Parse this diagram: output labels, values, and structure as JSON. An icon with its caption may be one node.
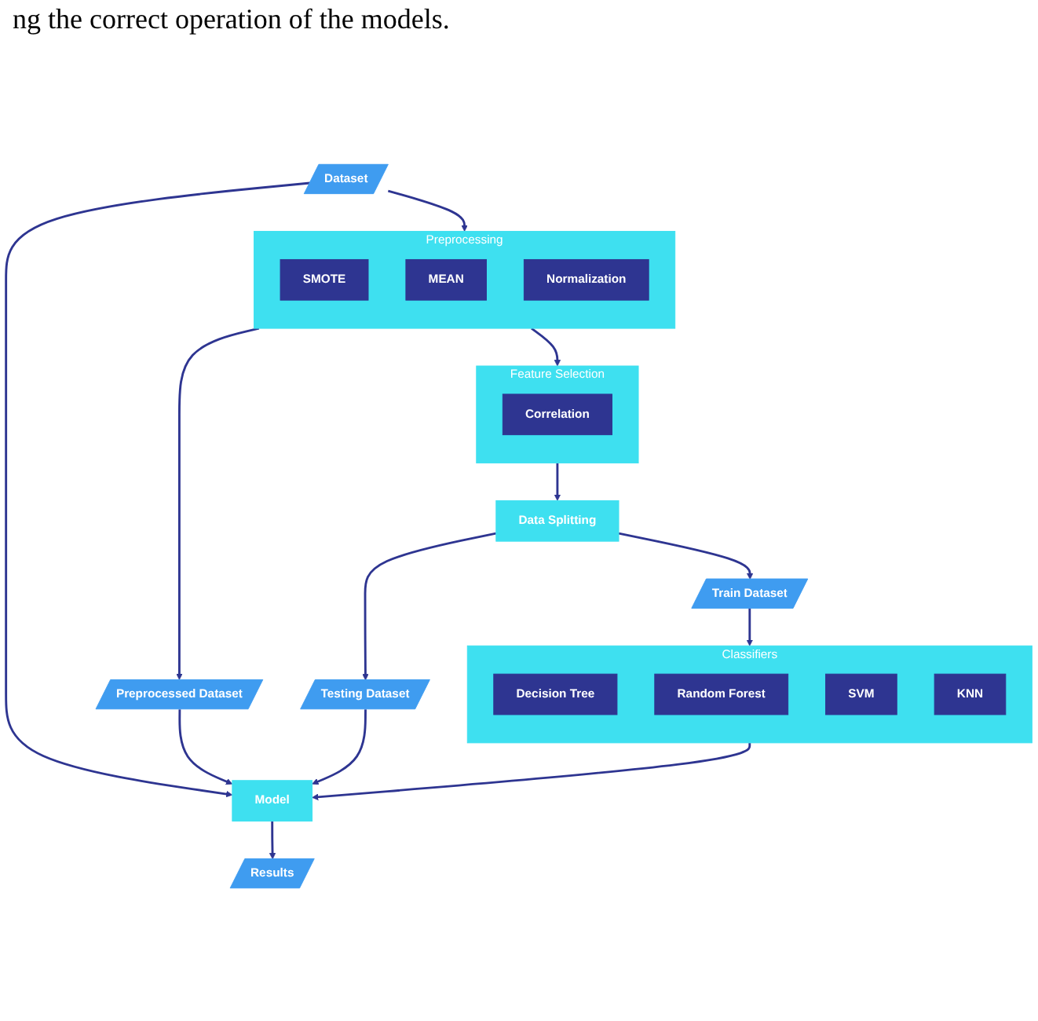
{
  "diagram": {
    "nodes": [
      {
        "text": [
          "Results"
        ]
      },
      {
        "text": [
          "Dataset"
        ]
      },
      {
        "text": [
          "Model"
        ]
      },
      {
        "text": [
          "Preprocessing"
        ]
      },
      {
        "text": [
          "SMOTE"
        ],
        "in": 3
      },
      {
        "text": [
          "MEAN"
        ],
        "in": 3
      },
      {
        "text": [
          "Normalization"
        ],
        "in": 3
      },
      {
        "text": [
          "Preprocessed Dataset"
        ]
      },
      {
        "text": [
          "Feature Selection"
        ]
      },
      {
        "text": [
          "Correlation"
        ],
        "in": 8
      },
      {
        "text": [
          "Classifiers"
        ]
      },
      {
        "text": [
          "Decision Tree"
        ],
        "in": 10
      },
      {
        "text": [
          "Random Forest"
        ],
        "in": 10
      },
      {
        "text": [
          "SVM"
        ],
        "in": 10
      },
      {
        "text": [
          "KNN"
        ],
        "in": 10
      },
      {
        "text": [
          "Testing Dataset"
        ]
      },
      {
        "text": [
          "Data Splitting"
        ]
      },
      {
        "text": [
          "Train Dataset"
        ]
      }
    ],
    "edges": [
      {
        "from": 2,
        "to": 0,
        "arrow": "to"
      },
      {
        "from": 1,
        "to": 2,
        "arrow": "to"
      },
      {
        "from": 1,
        "to": 3,
        "arrow": "to"
      },
      {
        "from": 3,
        "to": 7,
        "arrow": "to"
      },
      {
        "from": 7,
        "to": 2,
        "arrow": "to"
      },
      {
        "from": 3,
        "to": 8,
        "arrow": "to"
      },
      {
        "from": 8,
        "to": 16,
        "arrow": "to"
      },
      {
        "from": 16,
        "to": 15,
        "arrow": "to"
      },
      {
        "from": 15,
        "to": 2,
        "arrow": "to"
      },
      {
        "from": 16,
        "to": 17,
        "arrow": "to"
      },
      {
        "from": 17,
        "to": 10,
        "arrow": "to"
      },
      {
        "from": 10,
        "to": 2,
        "arrow": "to"
      }
    ],
    "labels": [
      "ng the correct operation of the models."
    ]
  }
}
